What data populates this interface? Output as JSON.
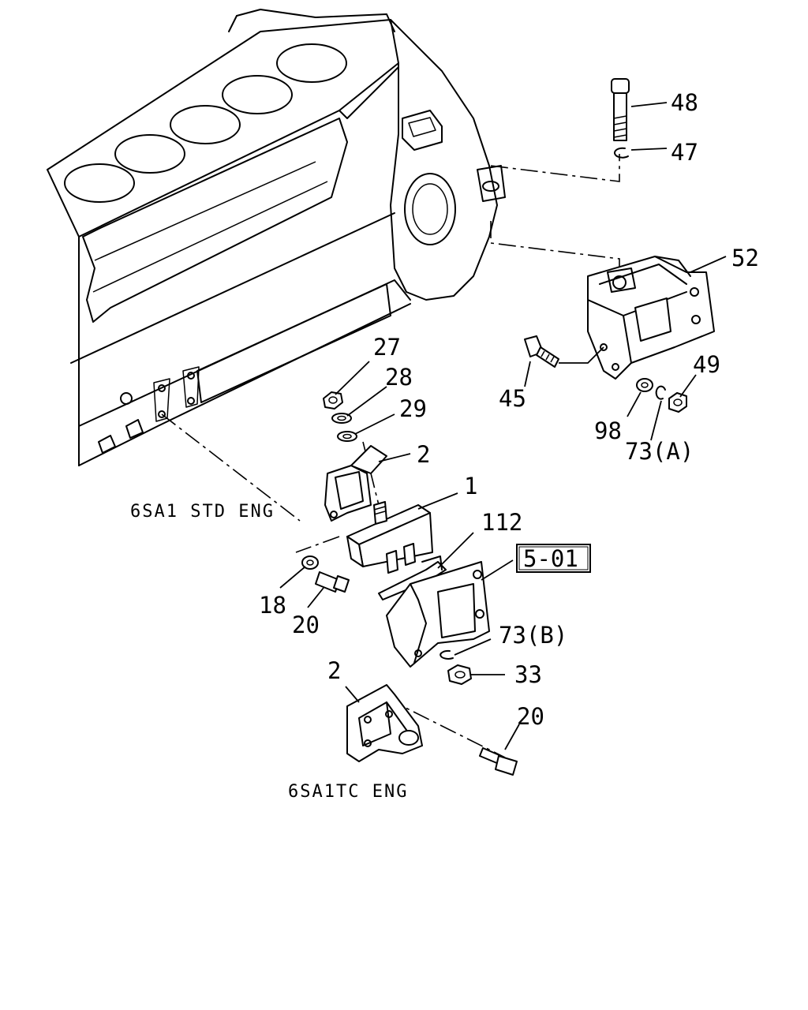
{
  "callouts": {
    "c48": "48",
    "c47": "47",
    "c52": "52",
    "c27": "27",
    "c28": "28",
    "c29": "29",
    "c45": "45",
    "c49": "49",
    "c98": "98",
    "c73a": "73(A)",
    "c2a": "2",
    "c1": "1",
    "c112": "112",
    "c18": "18",
    "c20a": "20",
    "c73b": "73(B)",
    "c33": "33",
    "c2b": "2",
    "c20b": "20"
  },
  "reference_box": "5-01",
  "captions": {
    "std_engine": "6SA1 STD ENG",
    "tc_engine": "6SA1TC ENG"
  },
  "colors": {
    "line": "#000000",
    "background": "#ffffff"
  }
}
